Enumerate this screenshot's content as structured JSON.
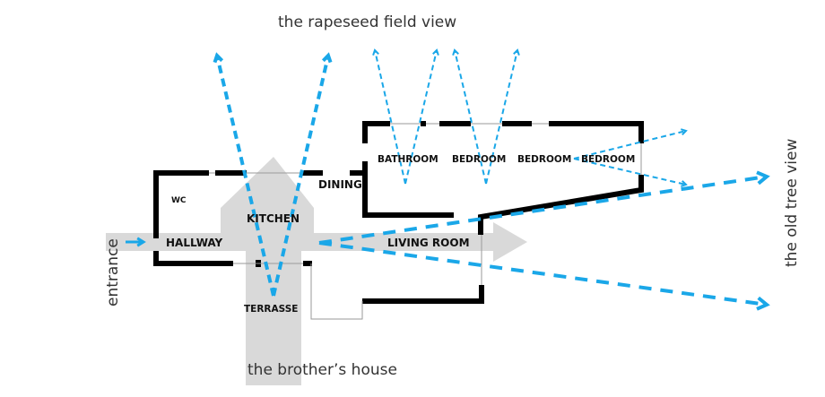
{
  "colors": {
    "view_line": "#1aa7e8",
    "flow_arrow": "#d9d9d9",
    "wall": "#000000",
    "text": "#333333"
  },
  "labels": {
    "top_view": "the rapeseed field view",
    "right_view": "the old tree view",
    "bottom_view": "the brother’s house",
    "entrance": "entrance"
  },
  "rooms": {
    "wc": "WC",
    "hallway": "HALLWAY",
    "kitchen": "KITCHEN",
    "dining": "DINING",
    "living_room": "LIVING ROOM",
    "terrasse": "TERRASSE",
    "bathroom": "BATHROOM",
    "bedroom_1": "BEDROOM",
    "bedroom_2": "BEDROOM",
    "bedroom_3": "BEDROOM"
  }
}
